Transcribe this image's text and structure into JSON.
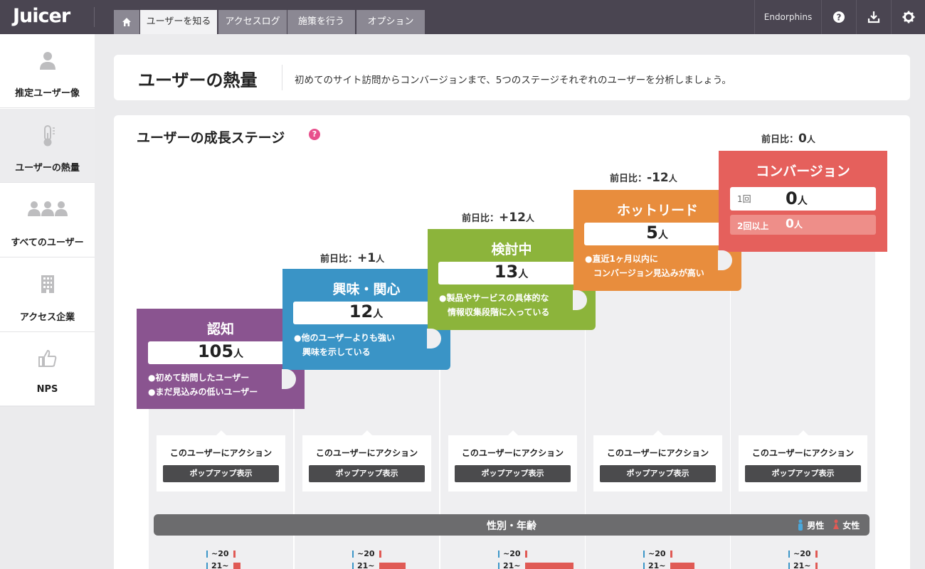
{
  "app": {
    "logo": "Juicer"
  },
  "nav": {
    "tabs": [
      {
        "label": "ユーザーを知る",
        "active": true
      },
      {
        "label": "アクセスログ",
        "active": false
      },
      {
        "label": "施策を行う",
        "active": false
      },
      {
        "label": "オプション",
        "active": false
      }
    ],
    "account": "Endorphins"
  },
  "sidebar": {
    "items": [
      {
        "label": "推定ユーザー像",
        "icon": "person-icon"
      },
      {
        "label": "ユーザーの熱量",
        "icon": "thermometer-icon",
        "active": true
      },
      {
        "label": "すべてのユーザー",
        "icon": "users-icon"
      },
      {
        "label": "アクセス企業",
        "icon": "building-icon"
      },
      {
        "label": "NPS",
        "icon": "thumbs-up-icon"
      }
    ]
  },
  "header": {
    "title": "ユーザーの熱量",
    "description": "初めてのサイト訪問からコンバージョンまで、5つのステージそれぞれのユーザーを分析しましょう。"
  },
  "section": {
    "title": "ユーザーの成長ステージ",
    "help": "?"
  },
  "delta_label": "前日比：",
  "unit": "人",
  "stages": [
    {
      "name": "認知",
      "count": "105",
      "delta": null,
      "color": "#8a5490",
      "desc": [
        "●初めて訪問したユーザー",
        "●まだ見込みの低いユーザー"
      ]
    },
    {
      "name": "興味・関心",
      "count": "12",
      "delta": "+1",
      "color": "#3a94c6",
      "desc": [
        "●他のユーザーよりも強い",
        "興味を示している"
      ]
    },
    {
      "name": "検討中",
      "count": "13",
      "delta": "+12",
      "color": "#8cb43b",
      "desc": [
        "●製品やサービスの具体的な",
        "情報収集段階に入っている"
      ]
    },
    {
      "name": "ホットリード",
      "count": "5",
      "delta": "-12",
      "color": "#e88d3d",
      "desc": [
        "●直近1ヶ月以内に",
        "コンバージョン見込みが高い"
      ]
    },
    {
      "name": "コンバージョン",
      "count": "0",
      "delta": "0",
      "color": "#e5605c",
      "rows": [
        {
          "label": "1回",
          "value": "0"
        },
        {
          "label": "2回以上",
          "value": "0"
        }
      ]
    }
  ],
  "action": {
    "title": "このユーザーにアクション",
    "button": "ポップアップ表示"
  },
  "demographics": {
    "title": "性別・年齢",
    "legend_male": "男性",
    "legend_female": "女性",
    "male_color": "#3c96c8",
    "female_color": "#e05a55",
    "age_labels": [
      "~20",
      "21~"
    ],
    "female_share": [
      [
        0.05,
        0.15
      ],
      [
        0.04,
        0.55
      ],
      [
        0.04,
        1.0
      ],
      [
        0.04,
        0.5
      ],
      [
        0.04,
        0.04
      ]
    ]
  }
}
